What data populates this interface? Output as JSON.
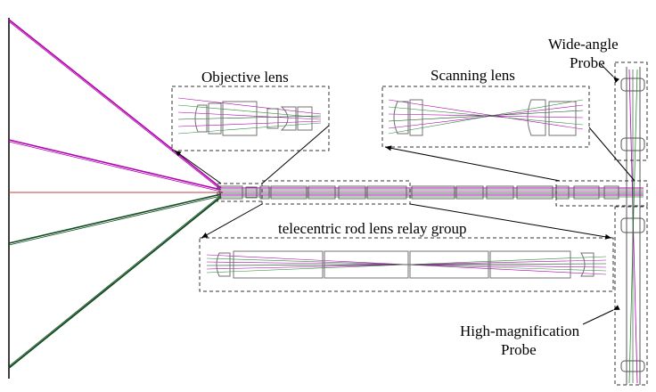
{
  "labels": {
    "objective": "Objective lens",
    "scanning": "Scanning lens",
    "wide_angle_line1": "Wide-angle",
    "wide_angle_line2": "Probe",
    "relay": "telecentric rod lens relay group",
    "high_mag_line1": "High-magnification",
    "high_mag_line2": "Probe"
  },
  "colors": {
    "magenta": "#b000b0",
    "dark_green": "#0f4a1e",
    "green": "#2e8b3a",
    "axis_red": "#c04040",
    "lens_gray": "#707070",
    "box_dash": "#333333"
  }
}
